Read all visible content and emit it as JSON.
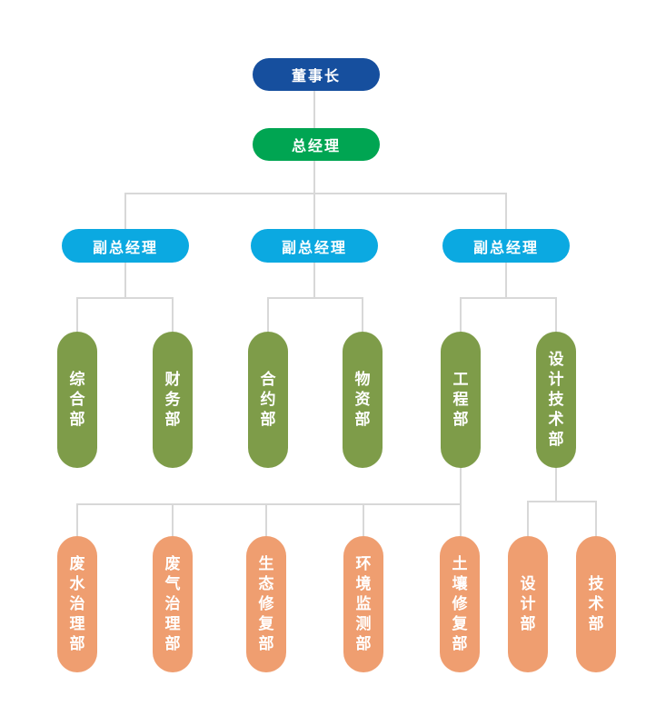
{
  "diagram_type": "organization-chart",
  "colors": {
    "chairman": "#164F9E",
    "general_manager": "#00A552",
    "deputy_manager": "#0BA9E1",
    "department": "#7E9C49",
    "sub_department": "#EF9E70",
    "connector": "#D8D8D8",
    "text": "#FFFFFF",
    "background": "#FFFFFF"
  },
  "org": {
    "chairman": {
      "label": "董事长"
    },
    "general_manager": {
      "label": "总经理"
    },
    "deputy_managers": [
      {
        "label": "副总经理"
      },
      {
        "label": "副总经理"
      },
      {
        "label": "副总经理"
      }
    ],
    "departments": [
      {
        "label": "综合部",
        "parent": "副总经理-1"
      },
      {
        "label": "财务部",
        "parent": "副总经理-1"
      },
      {
        "label": "合约部",
        "parent": "副总经理-2"
      },
      {
        "label": "物资部",
        "parent": "副总经理-2"
      },
      {
        "label": "工程部",
        "parent": "副总经理-3"
      },
      {
        "label": "设计技术部",
        "parent": "副总经理-3"
      }
    ],
    "sub_departments": [
      {
        "label": "废水治理部",
        "parent": "工程部"
      },
      {
        "label": "废气治理部",
        "parent": "工程部"
      },
      {
        "label": "生态修复部",
        "parent": "工程部"
      },
      {
        "label": "环境监测部",
        "parent": "工程部"
      },
      {
        "label": "土壤修复部",
        "parent": "工程部"
      },
      {
        "label": "设计部",
        "parent": "设计技术部"
      },
      {
        "label": "技术部",
        "parent": "设计技术部"
      }
    ]
  }
}
